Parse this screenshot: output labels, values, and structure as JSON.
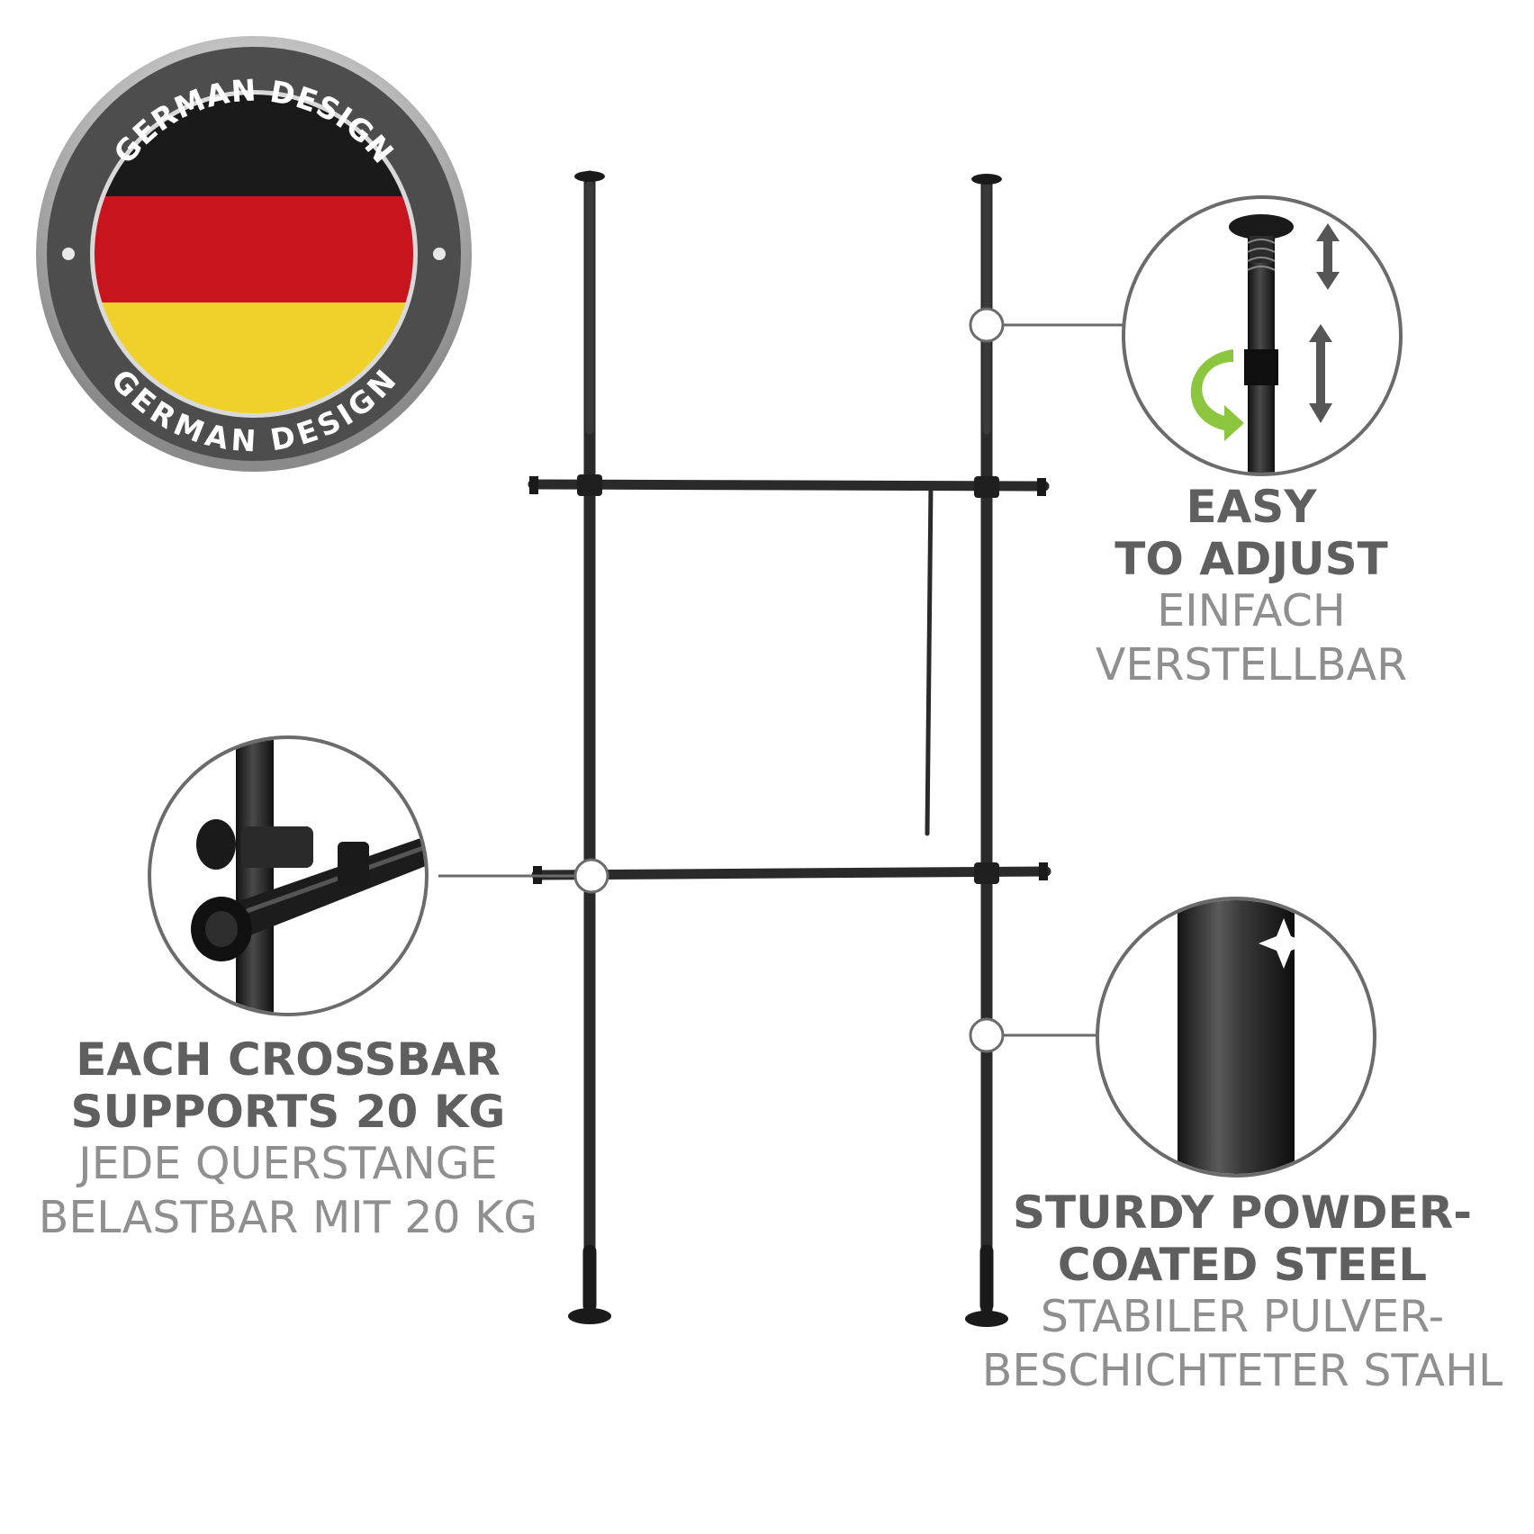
{
  "badge": {
    "text_top": "GERMAN DESIGN",
    "text_bottom": "GERMAN DESIGN",
    "flag_colors": [
      "#1a1a1a",
      "#c8141c",
      "#f0d02a"
    ]
  },
  "features": {
    "adjust": {
      "title_line1": "EASY",
      "title_line2": "TO ADJUST",
      "subtitle_line1": "EINFACH",
      "subtitle_line2": "VERSTELLBAR",
      "icon": "telescopic-pole-adjust-icon"
    },
    "crossbar": {
      "title_line1": "EACH CROSSBAR",
      "title_line2": "SUPPORTS 20 KG",
      "subtitle_line1": "JEDE QUERSTANGE",
      "subtitle_line2": "BELASTBAR MIT 20 KG",
      "icon": "crossbar-clamp-icon"
    },
    "steel": {
      "title_line1": "STURDY POWDER-",
      "title_line2": "COATED STEEL",
      "subtitle_line1": "STABILER PULVER-",
      "subtitle_line2": "BESCHICHTETER STAHL",
      "icon": "steel-tube-icon"
    }
  },
  "colors": {
    "title_text": "#5f5f5f",
    "subtitle_text": "#8f8f8f",
    "callout_ring": "#6b6b6b",
    "rack_metal": "#2a2a2a",
    "arrow_green": "#8cc63f"
  }
}
